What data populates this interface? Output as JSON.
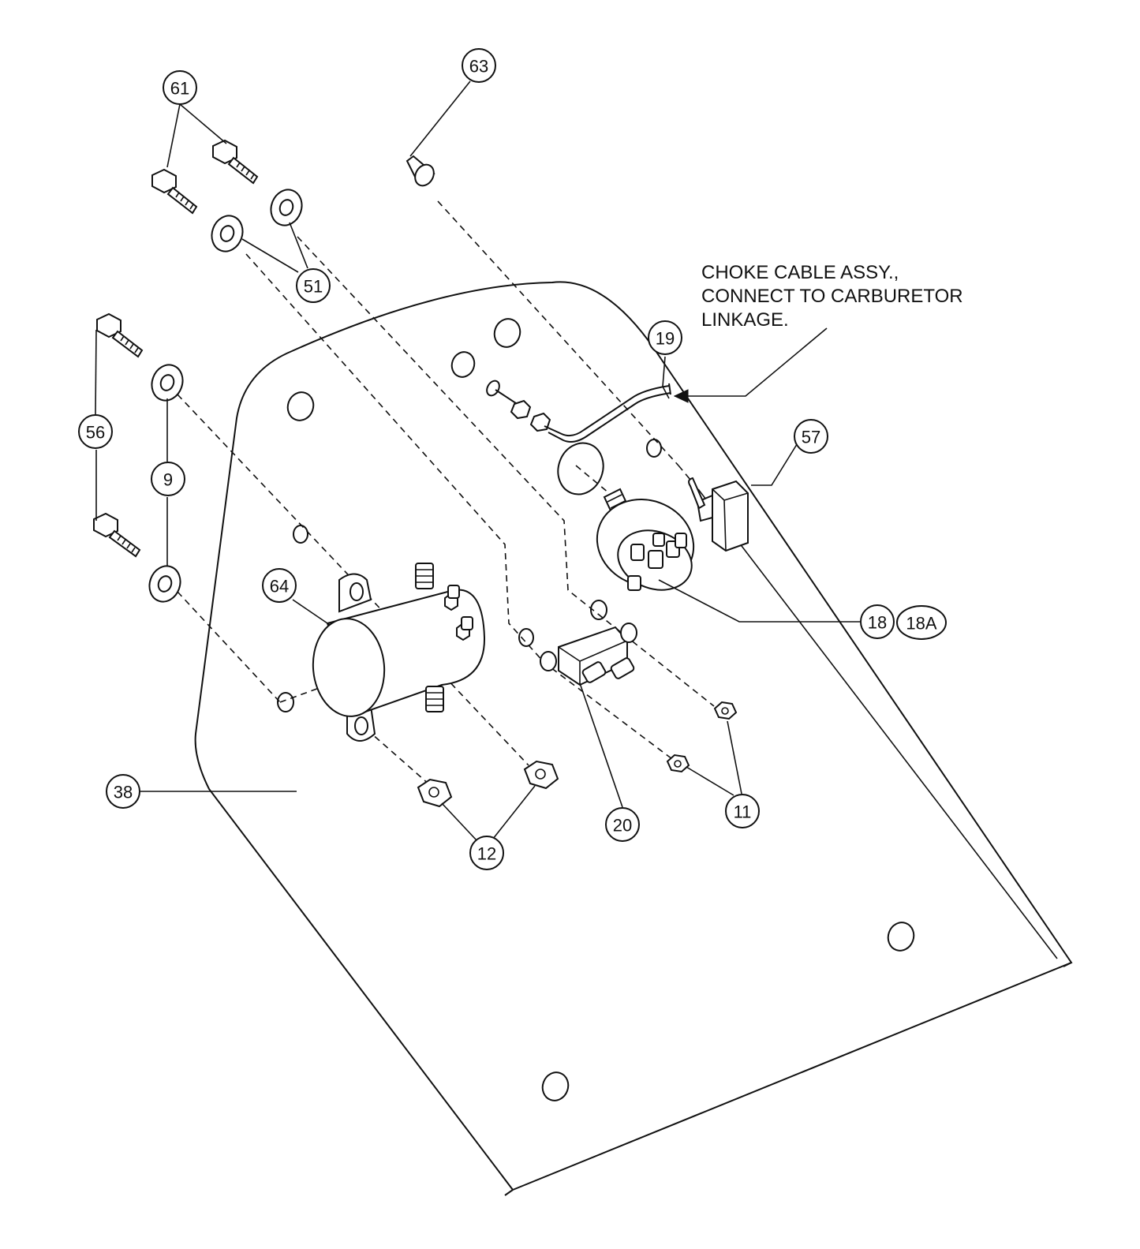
{
  "note": {
    "lines": [
      "CHOKE CABLE ASSY.,",
      "CONNECT TO CARBURETOR",
      "LINKAGE."
    ]
  },
  "callouts": {
    "c61": "61",
    "c63": "63",
    "c51": "51",
    "c19": "19",
    "c56": "56",
    "c9": "9",
    "c57": "57",
    "c64": "64",
    "c18": "18",
    "c18a": "18A",
    "c38": "38",
    "c20": "20",
    "c11": "11",
    "c12": "12"
  }
}
